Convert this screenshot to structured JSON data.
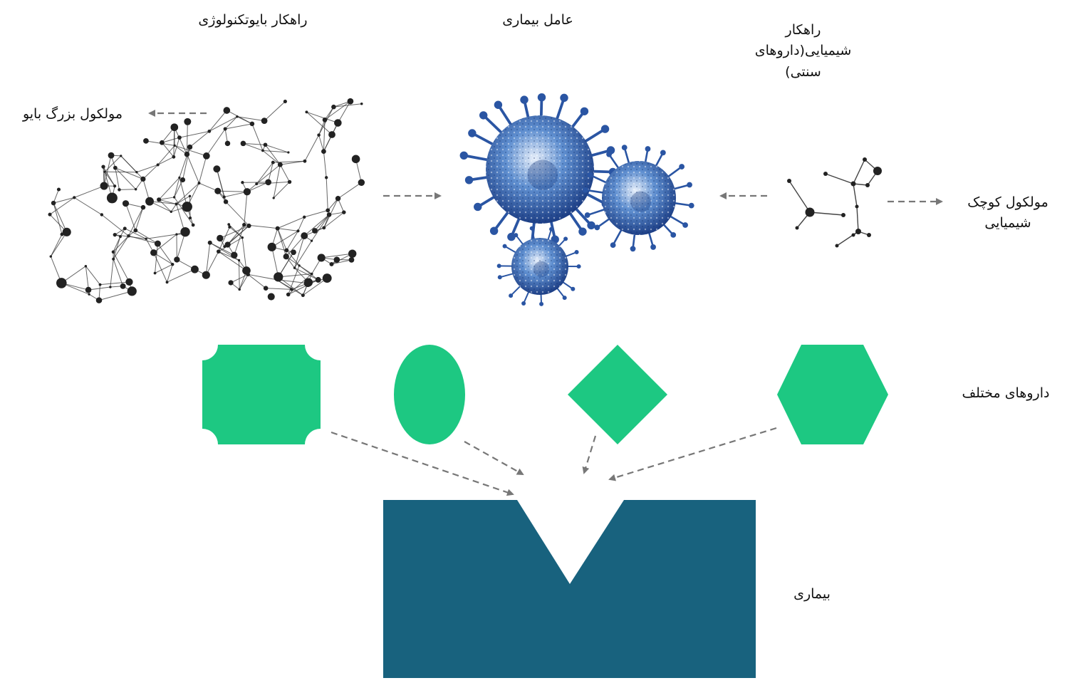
{
  "labels": {
    "biotech": "راهکار بایوتکنولوژی",
    "pathogen": "عامل بیماری",
    "chemical": "راهکار شیمیایی(داروهای سنتی)",
    "big_molecule": "مولکول بزرگ بایو",
    "small_molecule": "مولکول کوچک شیمیایی",
    "drugs": "داروهای مختلف",
    "disease": "بیماری"
  },
  "colors": {
    "drug_green": "#1dc882",
    "disease_blue": "#18627e",
    "virus_blue": "#2a55a3",
    "virus_dark": "#163a7e",
    "arrow_gray": "#777777",
    "molecule_dark": "#222222"
  }
}
